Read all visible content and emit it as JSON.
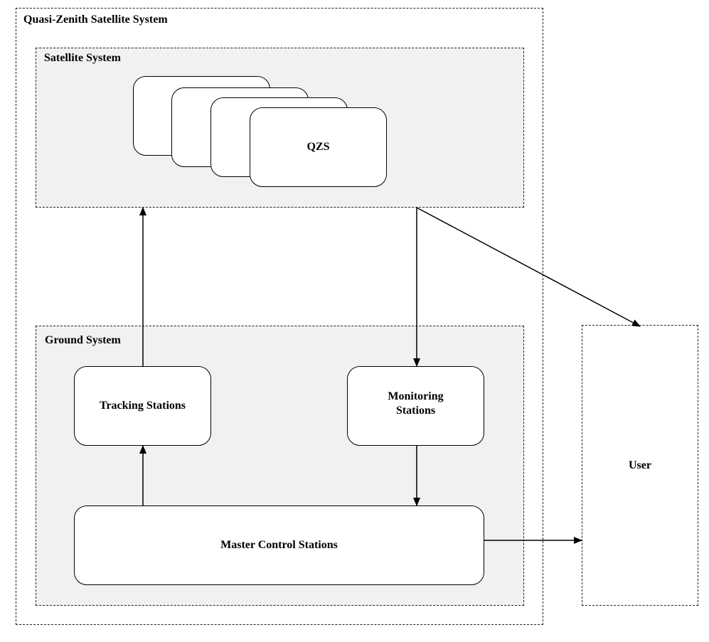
{
  "diagram": {
    "outer_title": "Quasi-Zenith Satellite System",
    "satellite_group_title": "Satellite System",
    "satellite_label": "QZS",
    "ground_group_title": "Ground System",
    "tracking_label": "Tracking Stations",
    "monitoring_label_line1": "Monitoring",
    "monitoring_label_line2": "Stations",
    "master_label": "Master Control Stations",
    "user_label": "User"
  }
}
